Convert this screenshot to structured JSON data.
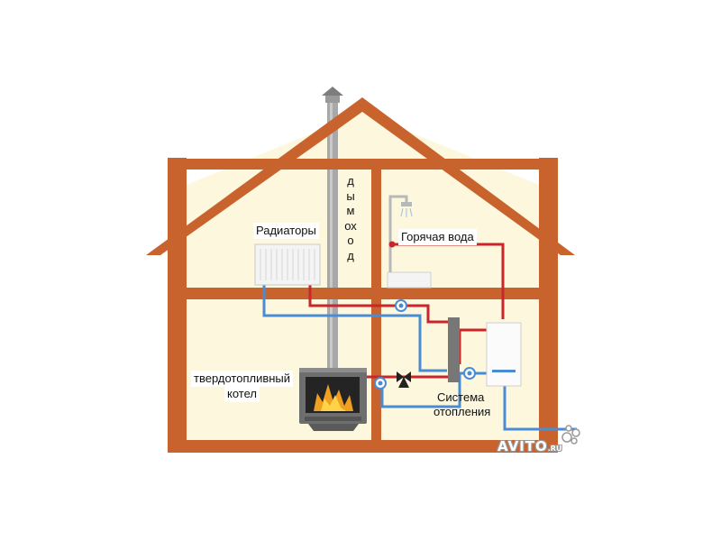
{
  "labels": {
    "radiators": "Радиаторы",
    "chimney": "дымоход",
    "hot_water": "Горячая вода",
    "boiler_line1": "твердотопливный",
    "boiler_line2": "котел",
    "heating_line1": "Система",
    "heating_line2": "отопления"
  },
  "watermark": {
    "main": "AVITO",
    "suffix": ".RU"
  },
  "colors": {
    "frame": "#c9632d",
    "interior": "#fdf7de",
    "hot_pipe": "#c8262a",
    "cold_pipe": "#4a8cd3",
    "chimney": "#a8a8a8",
    "stove": "#6e6e6e",
    "fire": "#f0a020"
  },
  "icons": [
    "radiator-icon",
    "shower-icon",
    "solid-fuel-stove-icon",
    "gas-boiler-icon",
    "pump-icon",
    "three-way-valve-icon",
    "heat-exchanger-icon",
    "chimney-icon"
  ]
}
